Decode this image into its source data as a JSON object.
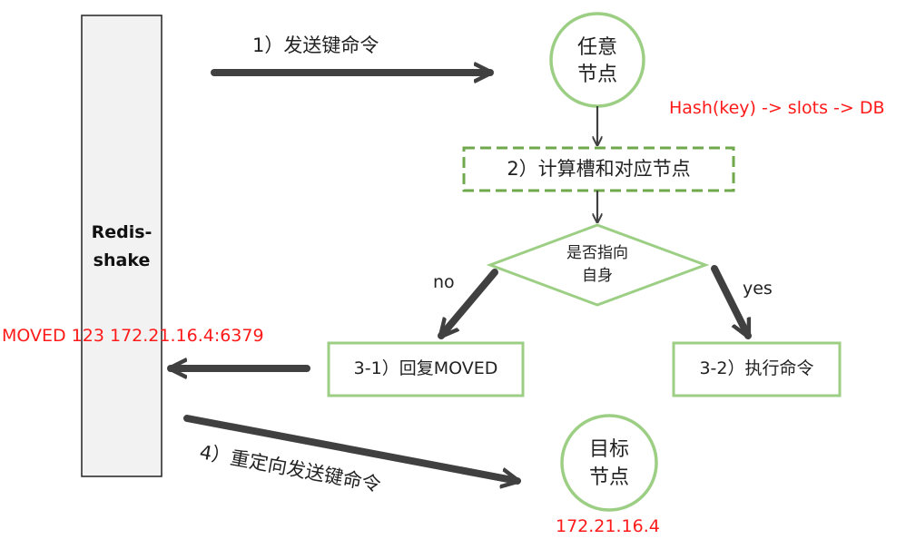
{
  "colors": {
    "green_border": "#9ccf84",
    "dashed_border": "#6fa94c",
    "arrow": "#404040",
    "red_text": "#ff1a1a",
    "side_box_fill": "#f2f2f2"
  },
  "side_box": {
    "line1": "Redis-",
    "line2": "shake"
  },
  "steps": {
    "send": "1）发送键命令",
    "redirect_send": "4）重定向发送键命令"
  },
  "nodes": {
    "any_node": {
      "line1": "任意",
      "line2": "节点"
    },
    "target_node": {
      "line1": "目标",
      "line2": "节点"
    },
    "compute": "2）计算槽和对应节点",
    "decision": {
      "line1": "是否指向",
      "line2": "自身"
    },
    "reply_moved": "3-1）回复MOVED",
    "execute": "3-2）执行命令"
  },
  "edge_labels": {
    "no": "no",
    "yes": "yes"
  },
  "annotations": {
    "hash": "Hash(key) -> slots -> DB",
    "moved_reply": "MOVED 123 172.21.16.4:6379",
    "target_ip": "172.21.16.4"
  }
}
